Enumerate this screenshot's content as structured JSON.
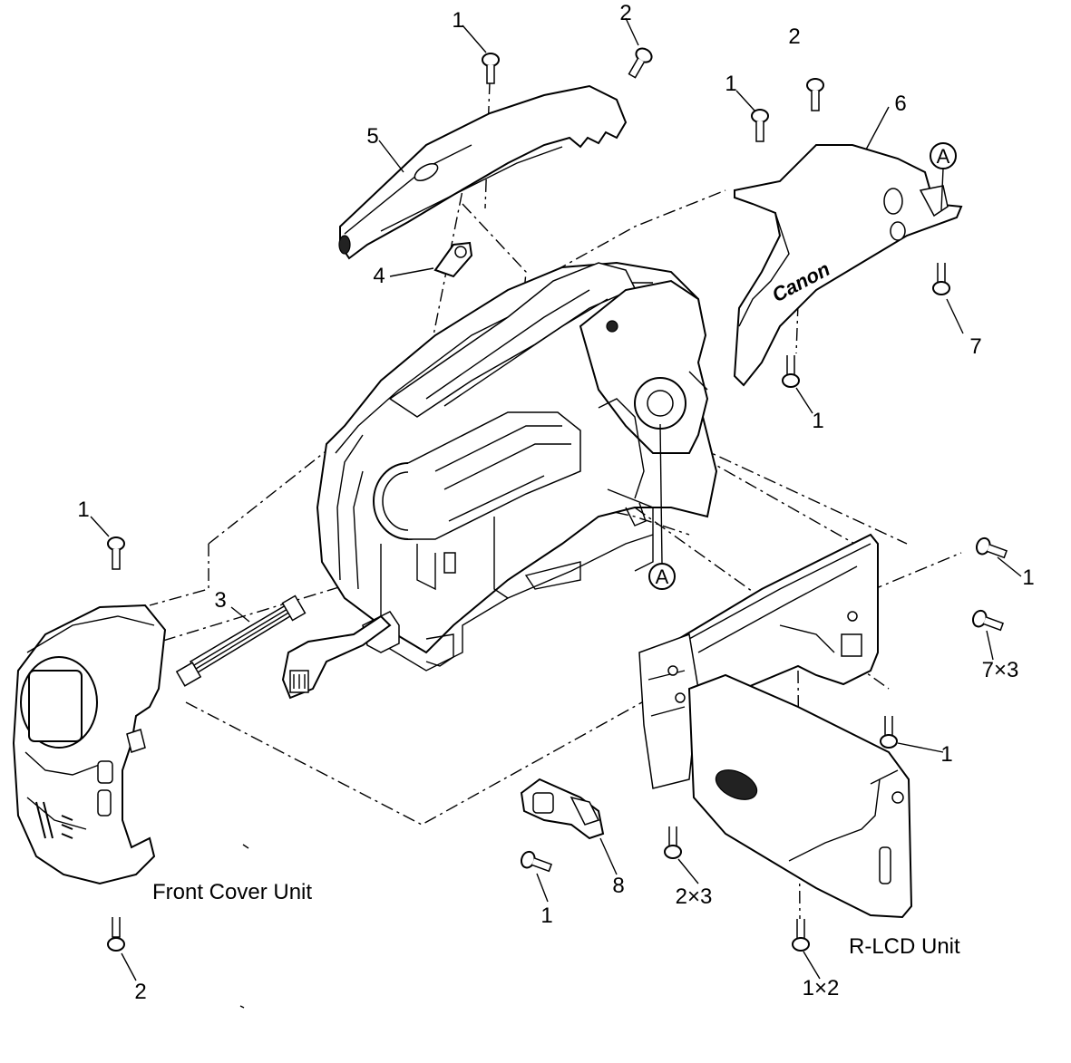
{
  "labels": {
    "front_cover_unit": "Front Cover Unit",
    "r_lcd_unit": "R-LCD Unit",
    "brand": "Canon",
    "ref_a": "A"
  },
  "callouts": [
    {
      "id": "c-1-top5",
      "text": "1"
    },
    {
      "id": "c-2-top5",
      "text": "2"
    },
    {
      "id": "c-5",
      "text": "5"
    },
    {
      "id": "c-4",
      "text": "4"
    },
    {
      "id": "c-1-top6",
      "text": "1"
    },
    {
      "id": "c-2-top6",
      "text": "2"
    },
    {
      "id": "c-6",
      "text": "6"
    },
    {
      "id": "c-7",
      "text": "7"
    },
    {
      "id": "c-1-cover6",
      "text": "1"
    },
    {
      "id": "c-1-front-top",
      "text": "1"
    },
    {
      "id": "c-3",
      "text": "3"
    },
    {
      "id": "c-2-front-bottom",
      "text": "2"
    },
    {
      "id": "c-1-lcd-right",
      "text": "1"
    },
    {
      "id": "c-7x3",
      "text": "7×3"
    },
    {
      "id": "c-1-lcd-mid",
      "text": "1"
    },
    {
      "id": "c-8",
      "text": "8"
    },
    {
      "id": "c-1-part8",
      "text": "1"
    },
    {
      "id": "c-2x3",
      "text": "2×3"
    },
    {
      "id": "c-1x2",
      "text": "1×2"
    }
  ]
}
